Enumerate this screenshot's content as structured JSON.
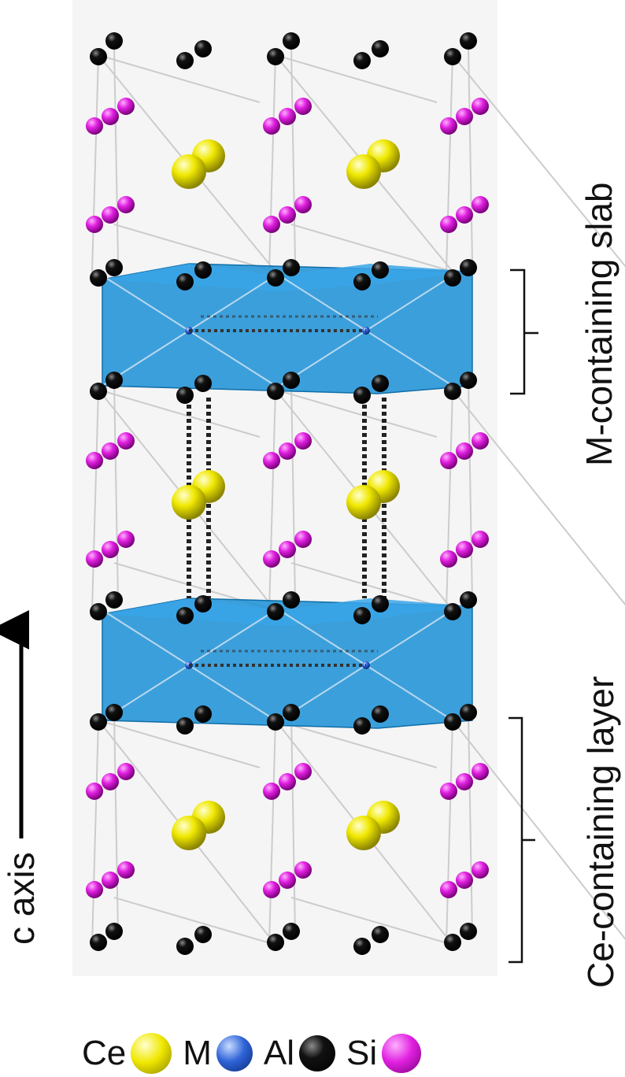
{
  "labels": {
    "m_slab": "M-containing slab",
    "ce_layer": "Ce-containing layer",
    "c_axis": "c axis"
  },
  "legend": [
    {
      "symbol": "Ce",
      "color": "#f0e800",
      "shade": "#8a8400",
      "icon": "ce-atom-icon"
    },
    {
      "symbol": "M",
      "color": "#2f63d8",
      "shade": "#0a2a78",
      "icon": "m-atom-icon"
    },
    {
      "symbol": "Al",
      "color": "#111111",
      "shade": "#000000",
      "icon": "al-atom-icon"
    },
    {
      "symbol": "Si",
      "color": "#e020e0",
      "shade": "#7a007a",
      "icon": "si-atom-icon"
    }
  ],
  "colors": {
    "polyhedron": "#1a8fd6",
    "panel": "#f5f5f5",
    "bond": "#cccccc"
  }
}
